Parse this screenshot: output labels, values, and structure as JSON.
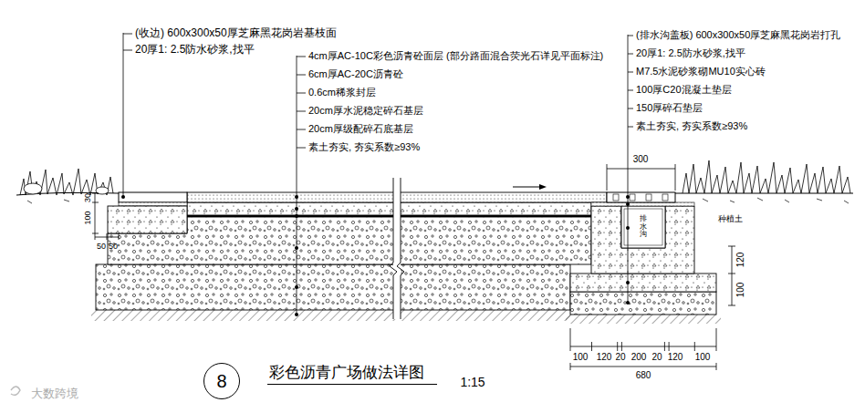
{
  "diagram": {
    "title": "彩色沥青广场做法详图",
    "nodes": [
      {
        "text": [
          "8"
        ]
      }
    ],
    "labels": [
      "(收边) 600x300x50厚芝麻黑花岗岩基枝面",
      "20厚1: 2.5防水砂浆,找平",
      "4cm厚AC-10C彩色沥青砼面层 (部分路面混合荧光石详见平面标注)",
      "6cm厚AC-20C沥青砼",
      "0.6cm稀浆封层",
      "20cm厚水泥稳定碎石基层",
      "20cm厚级配碎石底基层",
      "素土夯实, 夯实系数≥93%",
      "(排水沟盖板) 600x300x50厚芝麻黑花岗岩打孔",
      "20厚1: 2.5防水砂浆,找平",
      "M7.5水泥砂浆砌MU10实心砖",
      "100厚C20混凝土垫层",
      "150厚碎石垫层",
      "素土夯实, 夯实系数≥93%",
      "300",
      "种植土",
      "排水沟",
      "120",
      "100",
      "100",
      "30",
      "50",
      "50",
      "100",
      "120",
      "20",
      "200",
      "20",
      "120",
      "100",
      "680",
      "1:15",
      "大数跨境"
    ]
  }
}
